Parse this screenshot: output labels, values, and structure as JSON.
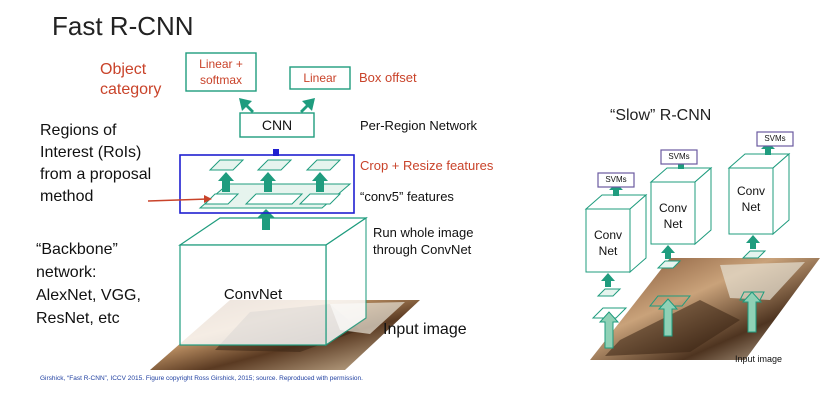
{
  "colors": {
    "teal": "#1f9c7e",
    "teal_light": "#e6f4ee",
    "blue_frame": "#1f1fd0",
    "red_label": "#c9432a",
    "purple_box": "#6b5aa0"
  },
  "fast": {
    "title": "Fast R-CNN",
    "object_category": [
      "Object",
      "category"
    ],
    "linear_softmax": [
      "Linear +",
      "softmax"
    ],
    "linear": "Linear",
    "box_offset": "Box offset",
    "cnn": "CNN",
    "per_region": "Per-Region Network",
    "rois": [
      "Regions of",
      "Interest (RoIs)",
      "from a proposal",
      "method"
    ],
    "crop_resize": "Crop + Resize features",
    "conv5": "“conv5” features",
    "run_whole": [
      "Run whole image",
      "through ConvNet"
    ],
    "backbone": [
      "“Backbone”",
      "network:",
      "AlexNet, VGG,",
      "ResNet, etc"
    ],
    "convnet": "ConvNet",
    "input_image": "Input image",
    "citation": "Girshick, “Fast R-CNN”, ICCV 2015. Figure copyright Ross Girshick, 2015; source. Reproduced with permission."
  },
  "slow": {
    "title": "“Slow” R-CNN",
    "svms": [
      "SVMs",
      "SVMs",
      "SVMs"
    ],
    "convnet_labels": [
      [
        "Conv",
        "Net"
      ],
      [
        "Conv",
        "Net"
      ],
      [
        "Conv",
        "Net"
      ]
    ],
    "input_image": "Input image"
  }
}
